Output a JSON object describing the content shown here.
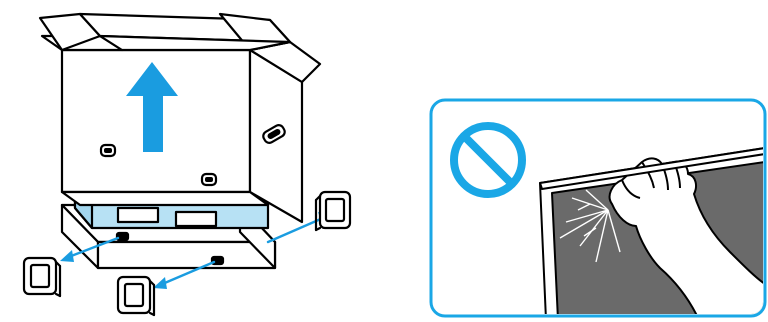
{
  "colors": {
    "accent": "#00a0e9",
    "lift_arrow": "#1a9ce0",
    "foam": "#b7e1f4",
    "outline": "#000000",
    "panel_border": "#1aa7e6",
    "screen": "#6a6a6a",
    "prohibition": "#1aa7e6"
  },
  "left_panel": {
    "subject": "unboxing-display",
    "lift_arrow_icon": "arrow-up-icon",
    "removed_clip_icon": "box-clip-icon",
    "clip_count": 3
  },
  "right_panel": {
    "warning_icon": "prohibition-icon",
    "subject": "hand-pressing-screen-crack"
  }
}
